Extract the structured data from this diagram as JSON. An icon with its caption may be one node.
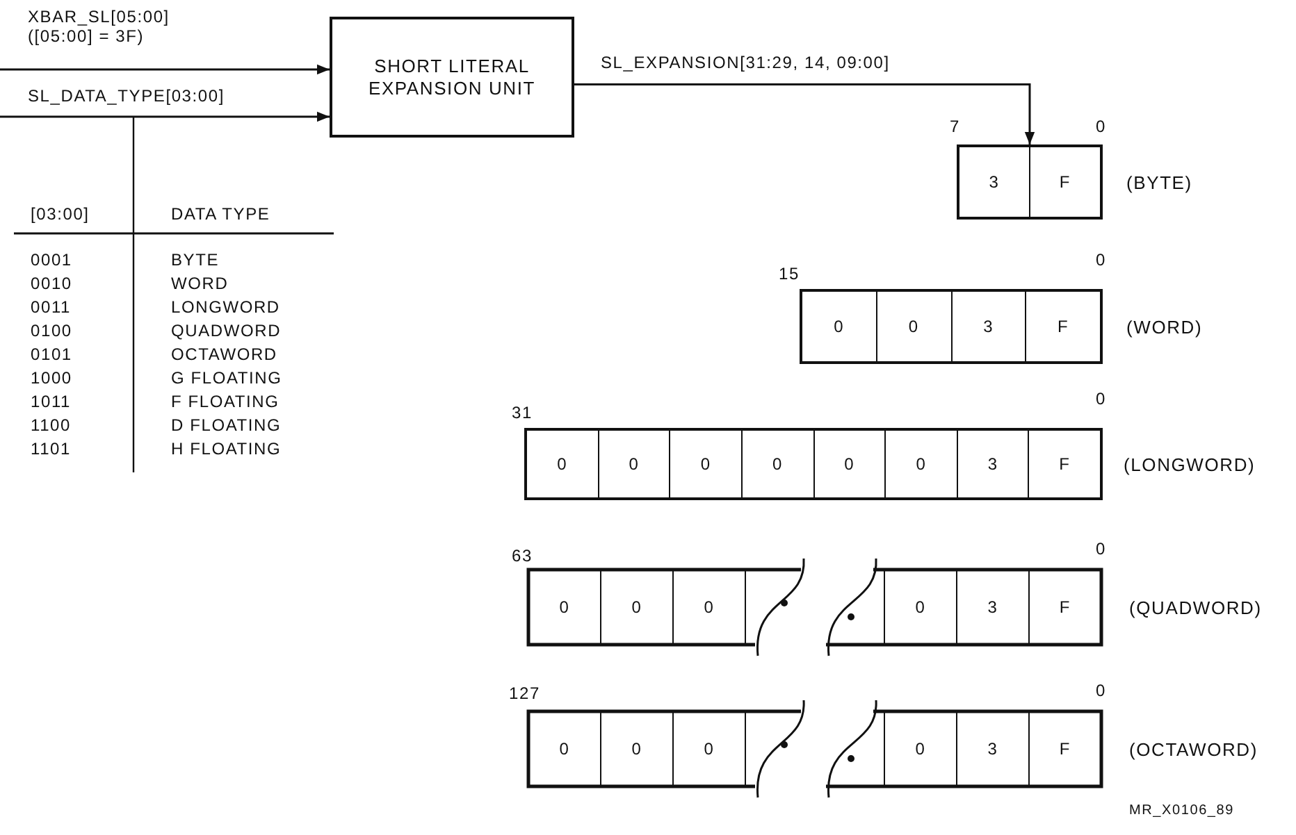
{
  "diagram": {
    "nodes": [
      {
        "text": [
          "SHORT LITERAL EXPANSION UNIT"
        ]
      },
      {
        "text": [
          "3",
          "F"
        ],
        "beside": [
          "7",
          "0",
          "(BYTE)"
        ]
      },
      {
        "text": [
          "0",
          "0",
          "3",
          "F"
        ],
        "beside": [
          "15",
          "0",
          "(WORD)"
        ]
      },
      {
        "text": [
          "0",
          "0",
          "0",
          "0",
          "0",
          "0",
          "3",
          "F"
        ],
        "beside": [
          "31",
          "0",
          "(LONGWORD)"
        ]
      },
      {
        "text": [
          "0",
          "0",
          "0",
          "0",
          "3",
          "F"
        ],
        "beside": [
          "63",
          "0",
          "(QUADWORD)"
        ]
      },
      {
        "text": [
          "0",
          "0",
          "0",
          "0",
          "3",
          "F"
        ],
        "beside": [
          "127",
          "0",
          "(OCTAWORD)"
        ]
      }
    ],
    "edges": [
      {
        "from": null,
        "to": 0,
        "arrow": "to",
        "label": "XBAR_SL[05:00] ([05:00] = 3F)"
      },
      {
        "from": null,
        "to": 0,
        "arrow": "to",
        "label": "SL_DATA_TYPE[03:00]"
      },
      {
        "from": 0,
        "to": 1,
        "arrow": "to",
        "label": "SL_EXPANSION[31:29, 14, 09:00]"
      }
    ],
    "labels": [
      "[03:00]",
      "DATA TYPE",
      "0001",
      "BYTE",
      "0010",
      "WORD",
      "0011",
      "LONGWORD",
      "0100",
      "QUADWORD",
      "0101",
      "OCTAWORD",
      "1000",
      "G FLOATING",
      "1011",
      "F FLOATING",
      "1100",
      "D FLOATING",
      "1101",
      "H FLOATING",
      "MR_X0106_89"
    ]
  }
}
